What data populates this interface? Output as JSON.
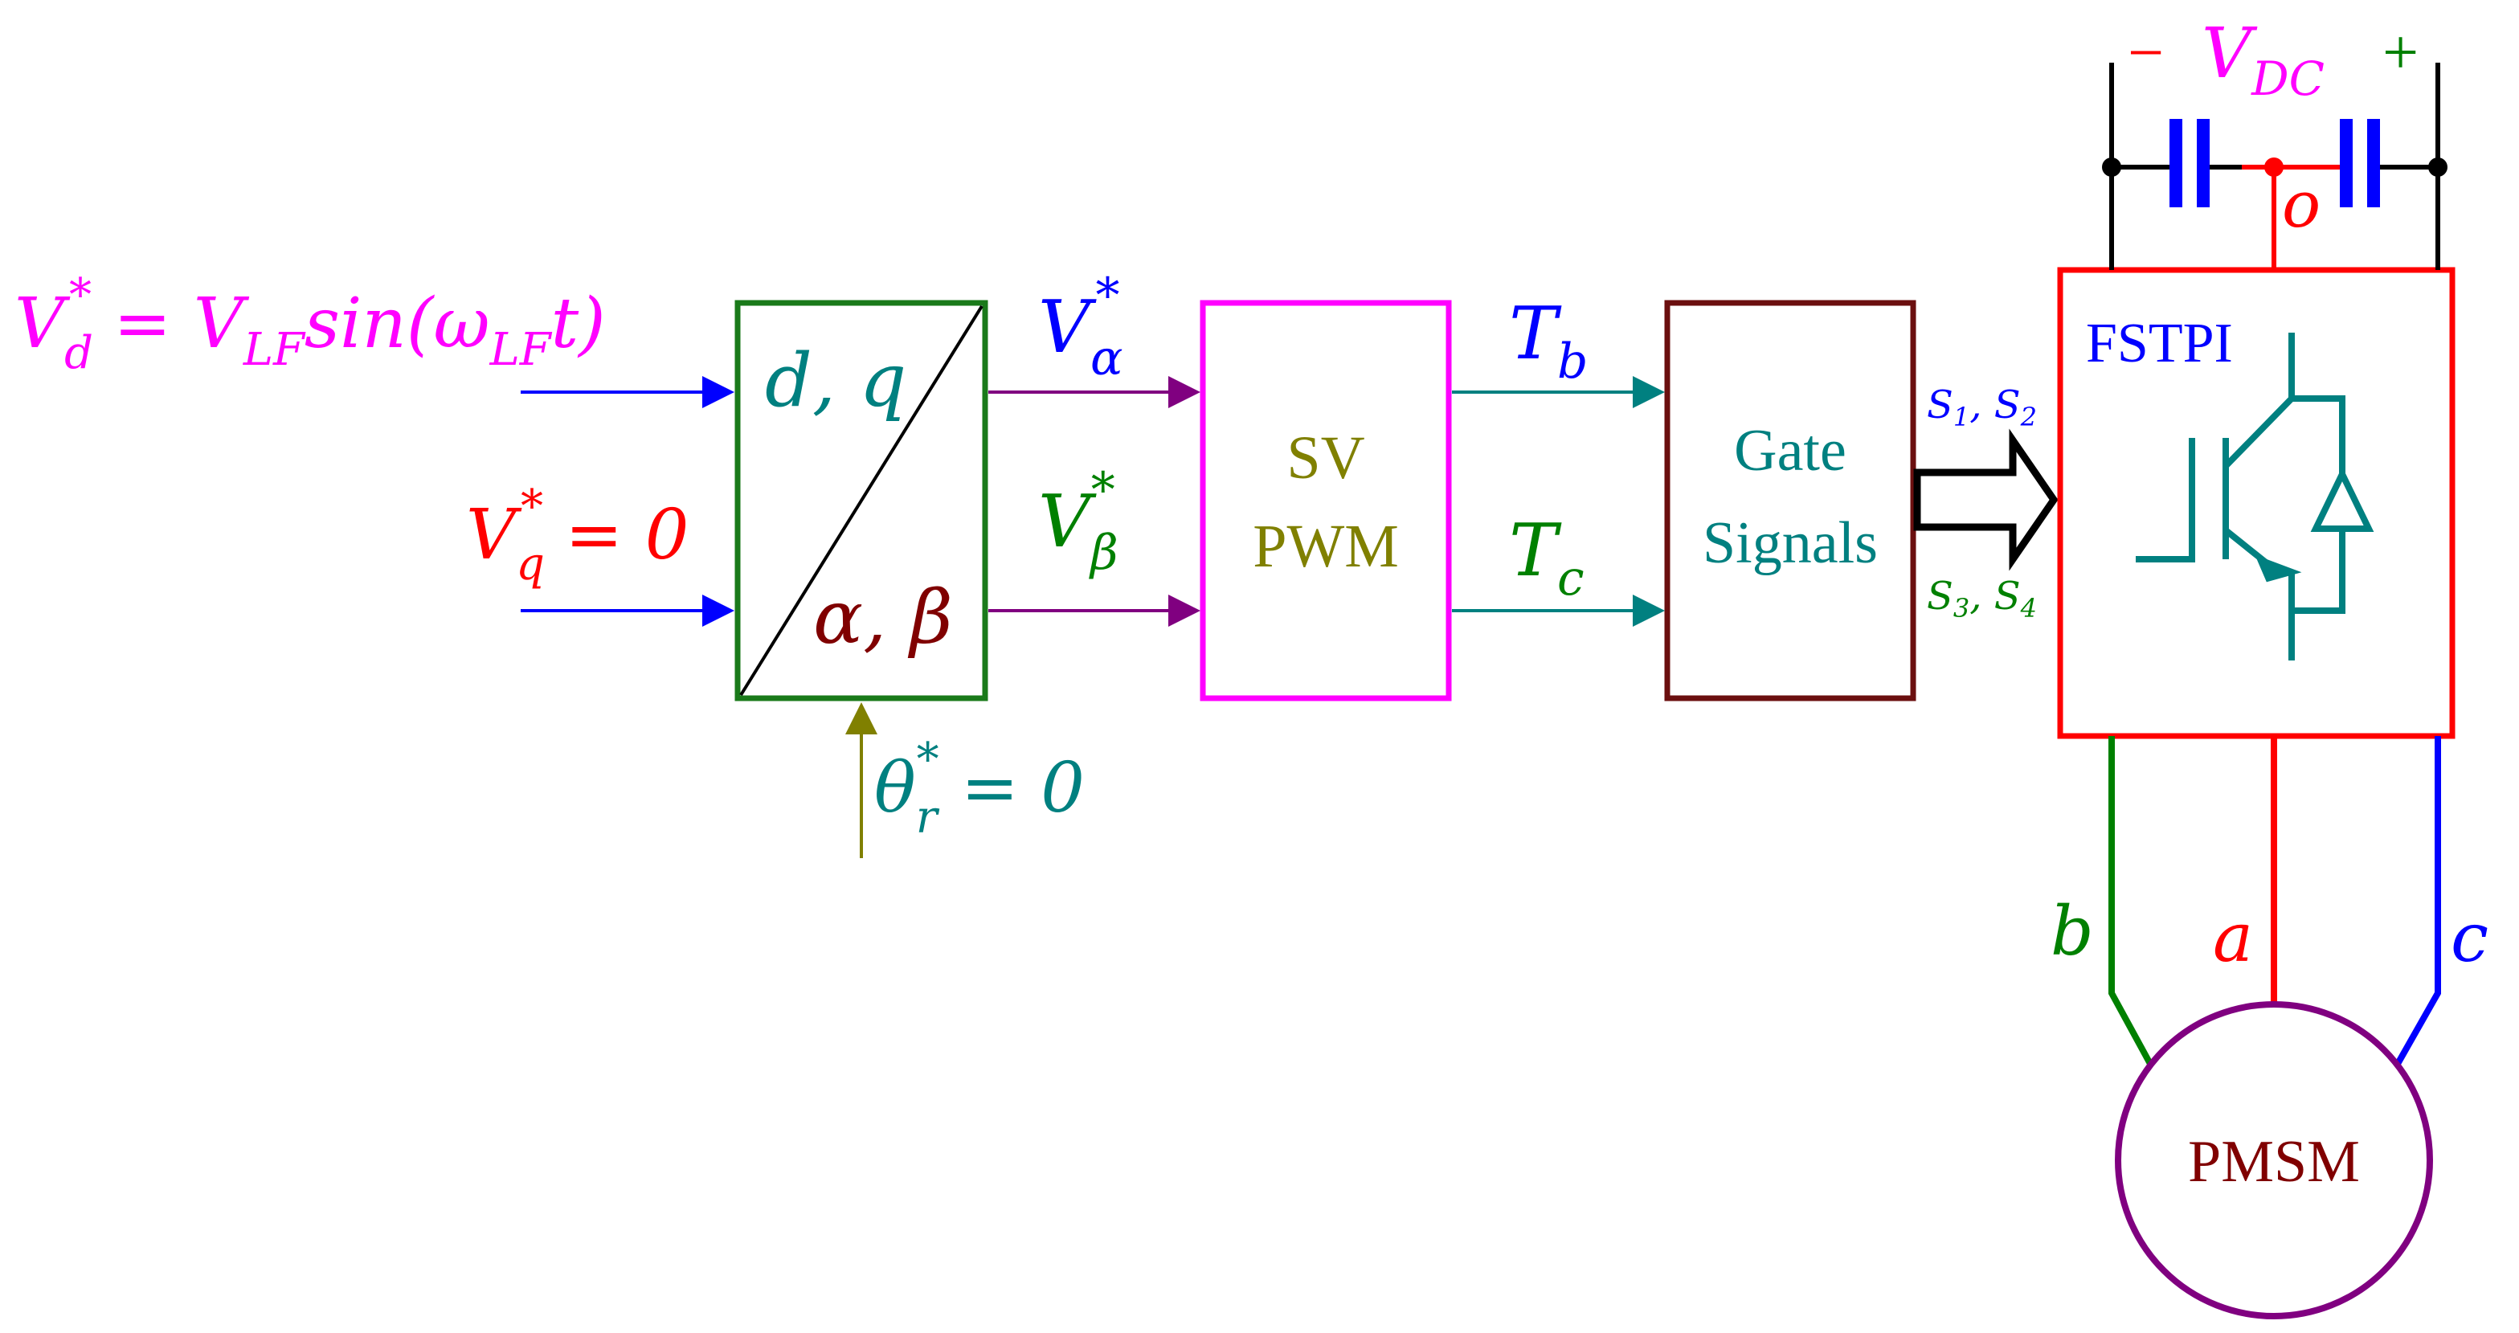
{
  "inputs": {
    "vd": {
      "sym": "V",
      "sub": "d",
      "sup": "*",
      "rhs_a": " = V",
      "rhs_sub": "LF",
      "rhs_b": "sin(ω",
      "rhs_sub2": "LF",
      "rhs_c": "t)"
    },
    "vq": {
      "sym": "V",
      "sub": "q",
      "sup": "*",
      "rhs": " = 0"
    },
    "theta": {
      "sym": "θ",
      "sub": "r",
      "sup": "*",
      "rhs": " = 0"
    }
  },
  "transform_block": {
    "top_label": "d, q",
    "bottom_label": "α, β"
  },
  "signals": {
    "v_alpha": {
      "sym": "V",
      "sub": "α",
      "sup": "*"
    },
    "v_beta": {
      "sym": "V",
      "sub": "β",
      "sup": "*"
    },
    "t_b": {
      "sym": "T",
      "sub": "b"
    },
    "t_c": {
      "sym": "T",
      "sub": "c"
    },
    "s12": {
      "a": "S",
      "a_sub": "1",
      "sep": ", ",
      "b": "S",
      "b_sub": "2"
    },
    "s34": {
      "a": "S",
      "a_sub": "3",
      "sep": ", ",
      "b": "S",
      "b_sub": "4"
    }
  },
  "svpwm_block": {
    "line1": "SV",
    "line2": "PWM"
  },
  "gate_block": {
    "line1": "Gate",
    "line2": "Signals"
  },
  "inverter_block": {
    "label": "FSTPI"
  },
  "dc_link": {
    "minus": "−",
    "sym": "V",
    "sub": "DC",
    "plus": "+",
    "midpoint": "o"
  },
  "phases": {
    "b": "b",
    "a": "a",
    "c": "c"
  },
  "motor": {
    "label": "PMSM"
  },
  "colors": {
    "magenta": "#ff00ff",
    "red": "#ff0000",
    "blue": "#0000ff",
    "green": "#008000",
    "teal": "#008080",
    "olive": "#808000",
    "maroon": "#800000",
    "purple": "#800080",
    "black": "#000000",
    "transform_border": "#1a7a1a",
    "gate_border": "#6b0f0f"
  }
}
